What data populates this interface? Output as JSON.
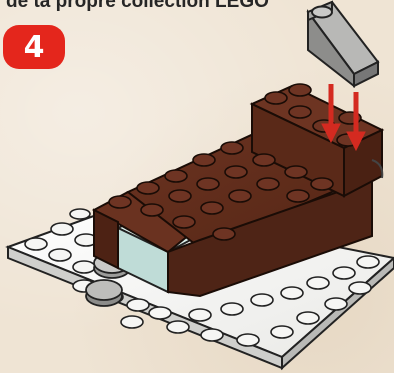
{
  "caption": {
    "text": "de ta propre collection ",
    "brand": "LEGO"
  },
  "step": {
    "number": "4"
  },
  "colors": {
    "badge": "#e4261c",
    "brown_brick": "#5b2a1a",
    "white_plate": "#f4f4f2",
    "light_aqua_brick": "#cfe8e3",
    "grey_slope": "#9a9a9a",
    "arrow": "#d42a20"
  },
  "icons": [
    "slope-brick-icon",
    "down-arrow-icon"
  ]
}
